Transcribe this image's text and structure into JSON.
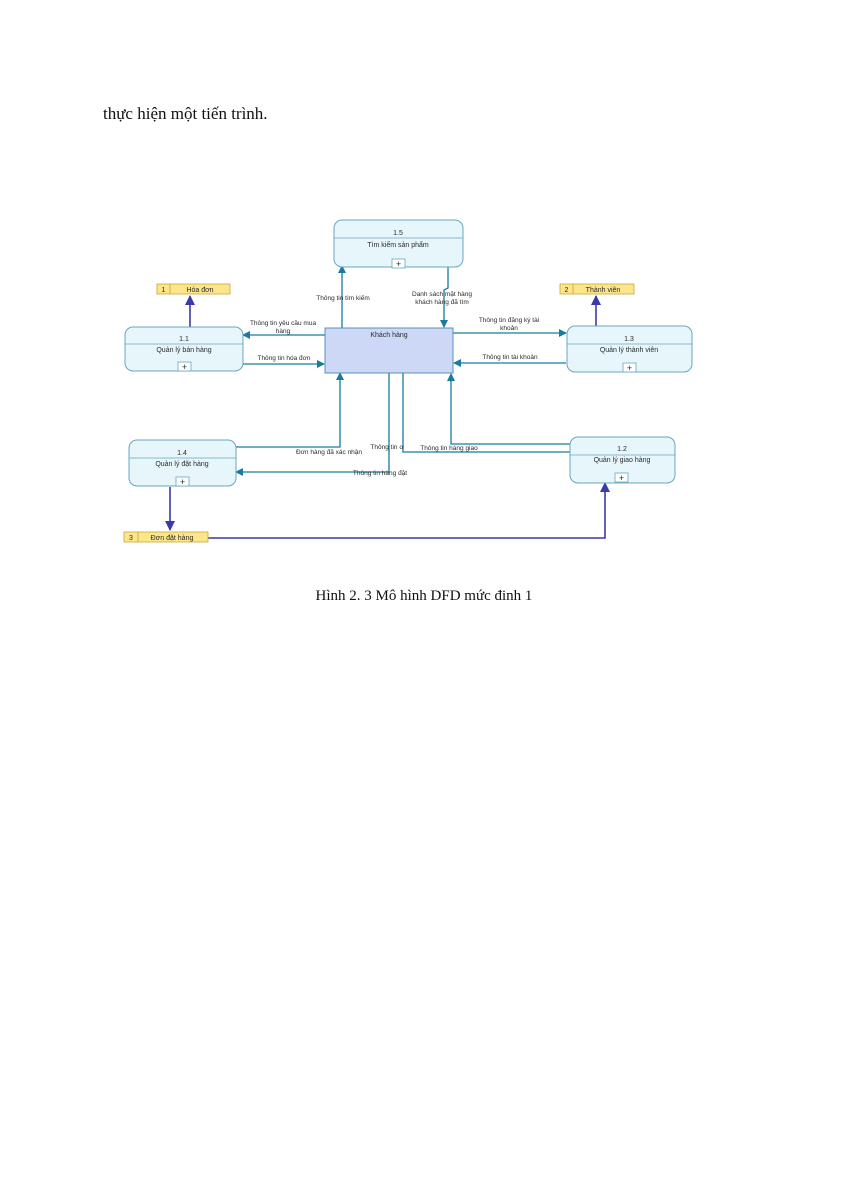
{
  "page": {
    "intro_text": "thực hiện một tiến trình.",
    "caption": "Hình 2. 3 Mô hình DFD mức đinh 1"
  },
  "colors": {
    "process_fill": "#e6f6fb",
    "process_stroke": "#6aa6bf",
    "entity_fill": "#ccd8f5",
    "entity_stroke": "#5a8fc0",
    "store_fill": "#fde58a",
    "store_stroke": "#c8a838",
    "flow_teal": "#1a7aa0",
    "flow_purple": "#3a3aa8"
  },
  "diagram": {
    "entity": {
      "label": "Khách hàng"
    },
    "processes": {
      "p15": {
        "id": "1.5",
        "label": "Tìm kiếm sản phẩm",
        "expand": "+"
      },
      "p11": {
        "id": "1.1",
        "label": "Quản lý bán hàng",
        "expand": "+"
      },
      "p13": {
        "id": "1.3",
        "label": "Quản lý thành viên",
        "expand": "+"
      },
      "p14": {
        "id": "1.4",
        "label": "Quản lý đặt hàng",
        "expand": "+"
      },
      "p12": {
        "id": "1.2",
        "label": "Quản lý giao hàng",
        "expand": "+"
      }
    },
    "stores": {
      "s1": {
        "id": "1",
        "label": "Hóa đơn"
      },
      "s2": {
        "id": "2",
        "label": "Thành viên"
      },
      "s3": {
        "id": "3",
        "label": "Đơn đặt hàng"
      }
    },
    "flows": {
      "search_info": "Thông tin tìm kiếm",
      "found_list_1": "Danh sách mặt hàng",
      "found_list_2": "khách hàng đã tìm",
      "purchase_req_1": "Thông tin yêu cầu mua",
      "purchase_req_2": "hàng",
      "invoice_info": "Thông tin hóa đơn",
      "register_1": "Thông tin đăng ký tài",
      "register_2": "khoản",
      "account_info": "Thông tin tài khoản",
      "order_confirmed": "Đơn hàng đã xác nhận",
      "info_short": "Thông tin ơ",
      "delivery_info": "Thông tin hàng giao",
      "order_info": "Thông tin hàng đặt"
    }
  }
}
